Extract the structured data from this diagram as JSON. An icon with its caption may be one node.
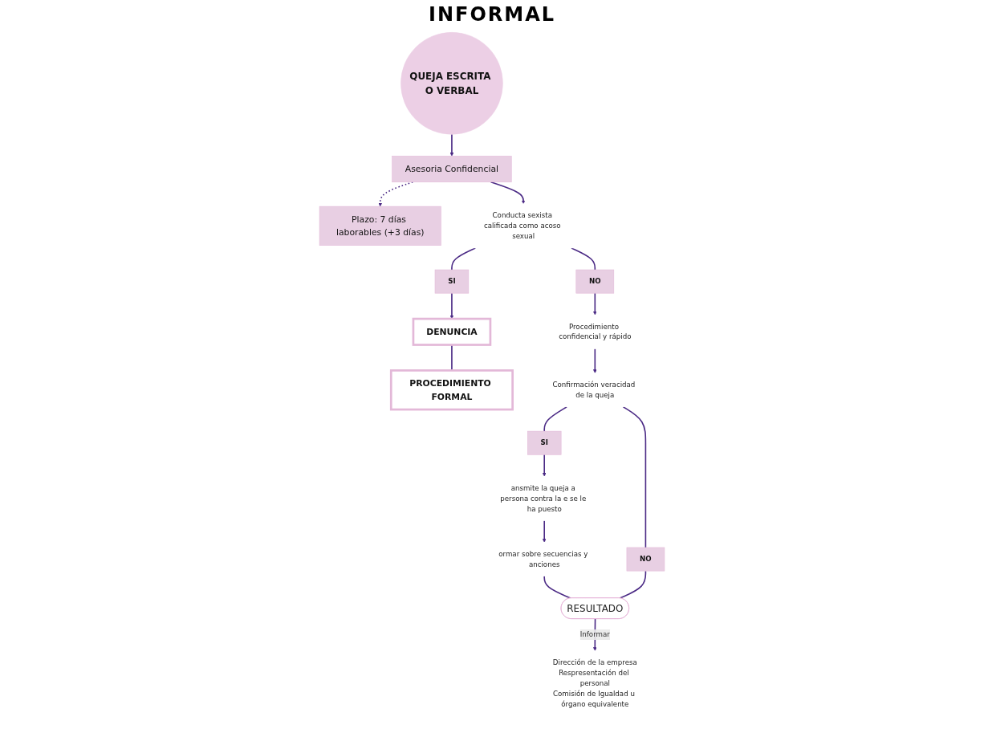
{
  "diagram": {
    "title": "INFORMAL",
    "nodes": [
      {
        "text": [
          "QUEJA ESCRITA O VERBAL"
        ]
      },
      {
        "text": [
          "Asesoria Confidencial"
        ]
      },
      {
        "text": [
          "Plazo: 7 días laborables (+3 días)"
        ]
      },
      {
        "text": [
          "Conducta sexista calificada como acoso sexual"
        ]
      },
      {
        "text": [
          "NO"
        ]
      },
      {
        "text": [
          "SI"
        ]
      },
      {
        "text": [
          "Procedimiento confidencial y rápido"
        ]
      },
      {
        "text": [
          "DENUNCIA"
        ]
      },
      {
        "text": [
          "PROCEDIMIENTO FORMAL"
        ]
      },
      {
        "text": [
          "Confirmación veracidad de la queja"
        ]
      },
      {
        "text": [
          "SI"
        ]
      },
      {
        "text": [
          "NO"
        ]
      },
      {
        "text": [
          "ansmite la queja a persona contra la e se le ha puesto"
        ]
      },
      {
        "text": [
          "RESULTADO"
        ]
      },
      {
        "text": [
          "ormar sobre secuencias y anciones"
        ]
      },
      {
        "text": [
          "Dirección de la empresa",
          "Respresentación del personal",
          "Comisión de Igualdad u órgano equivalente"
        ]
      }
    ],
    "edges": [
      {
        "from": 0,
        "to": 1,
        "arrow": "to"
      },
      {
        "from": 1,
        "to": 2,
        "arrow": "to",
        "style": "dashed"
      },
      {
        "from": 1,
        "to": 3,
        "arrow": "to"
      },
      {
        "from": 3,
        "to": 4,
        "arrow": "none"
      },
      {
        "from": 3,
        "to": 5,
        "arrow": "none"
      },
      {
        "from": 4,
        "to": 6,
        "arrow": "to"
      },
      {
        "from": 5,
        "to": 7,
        "arrow": "to"
      },
      {
        "from": 7,
        "to": 8,
        "arrow": "none"
      },
      {
        "from": 6,
        "to": 9,
        "arrow": "to"
      },
      {
        "from": 9,
        "to": 10,
        "arrow": "none"
      },
      {
        "from": 9,
        "to": 11,
        "arrow": "none"
      },
      {
        "from": 10,
        "to": 12,
        "arrow": "to"
      },
      {
        "from": 12,
        "to": 14,
        "arrow": "to"
      },
      {
        "from": 14,
        "to": 13,
        "arrow": "none"
      },
      {
        "from": 11,
        "to": 13,
        "arrow": "none"
      },
      {
        "from": 13,
        "to": 15,
        "arrow": "to",
        "label": "Informar"
      }
    ]
  }
}
